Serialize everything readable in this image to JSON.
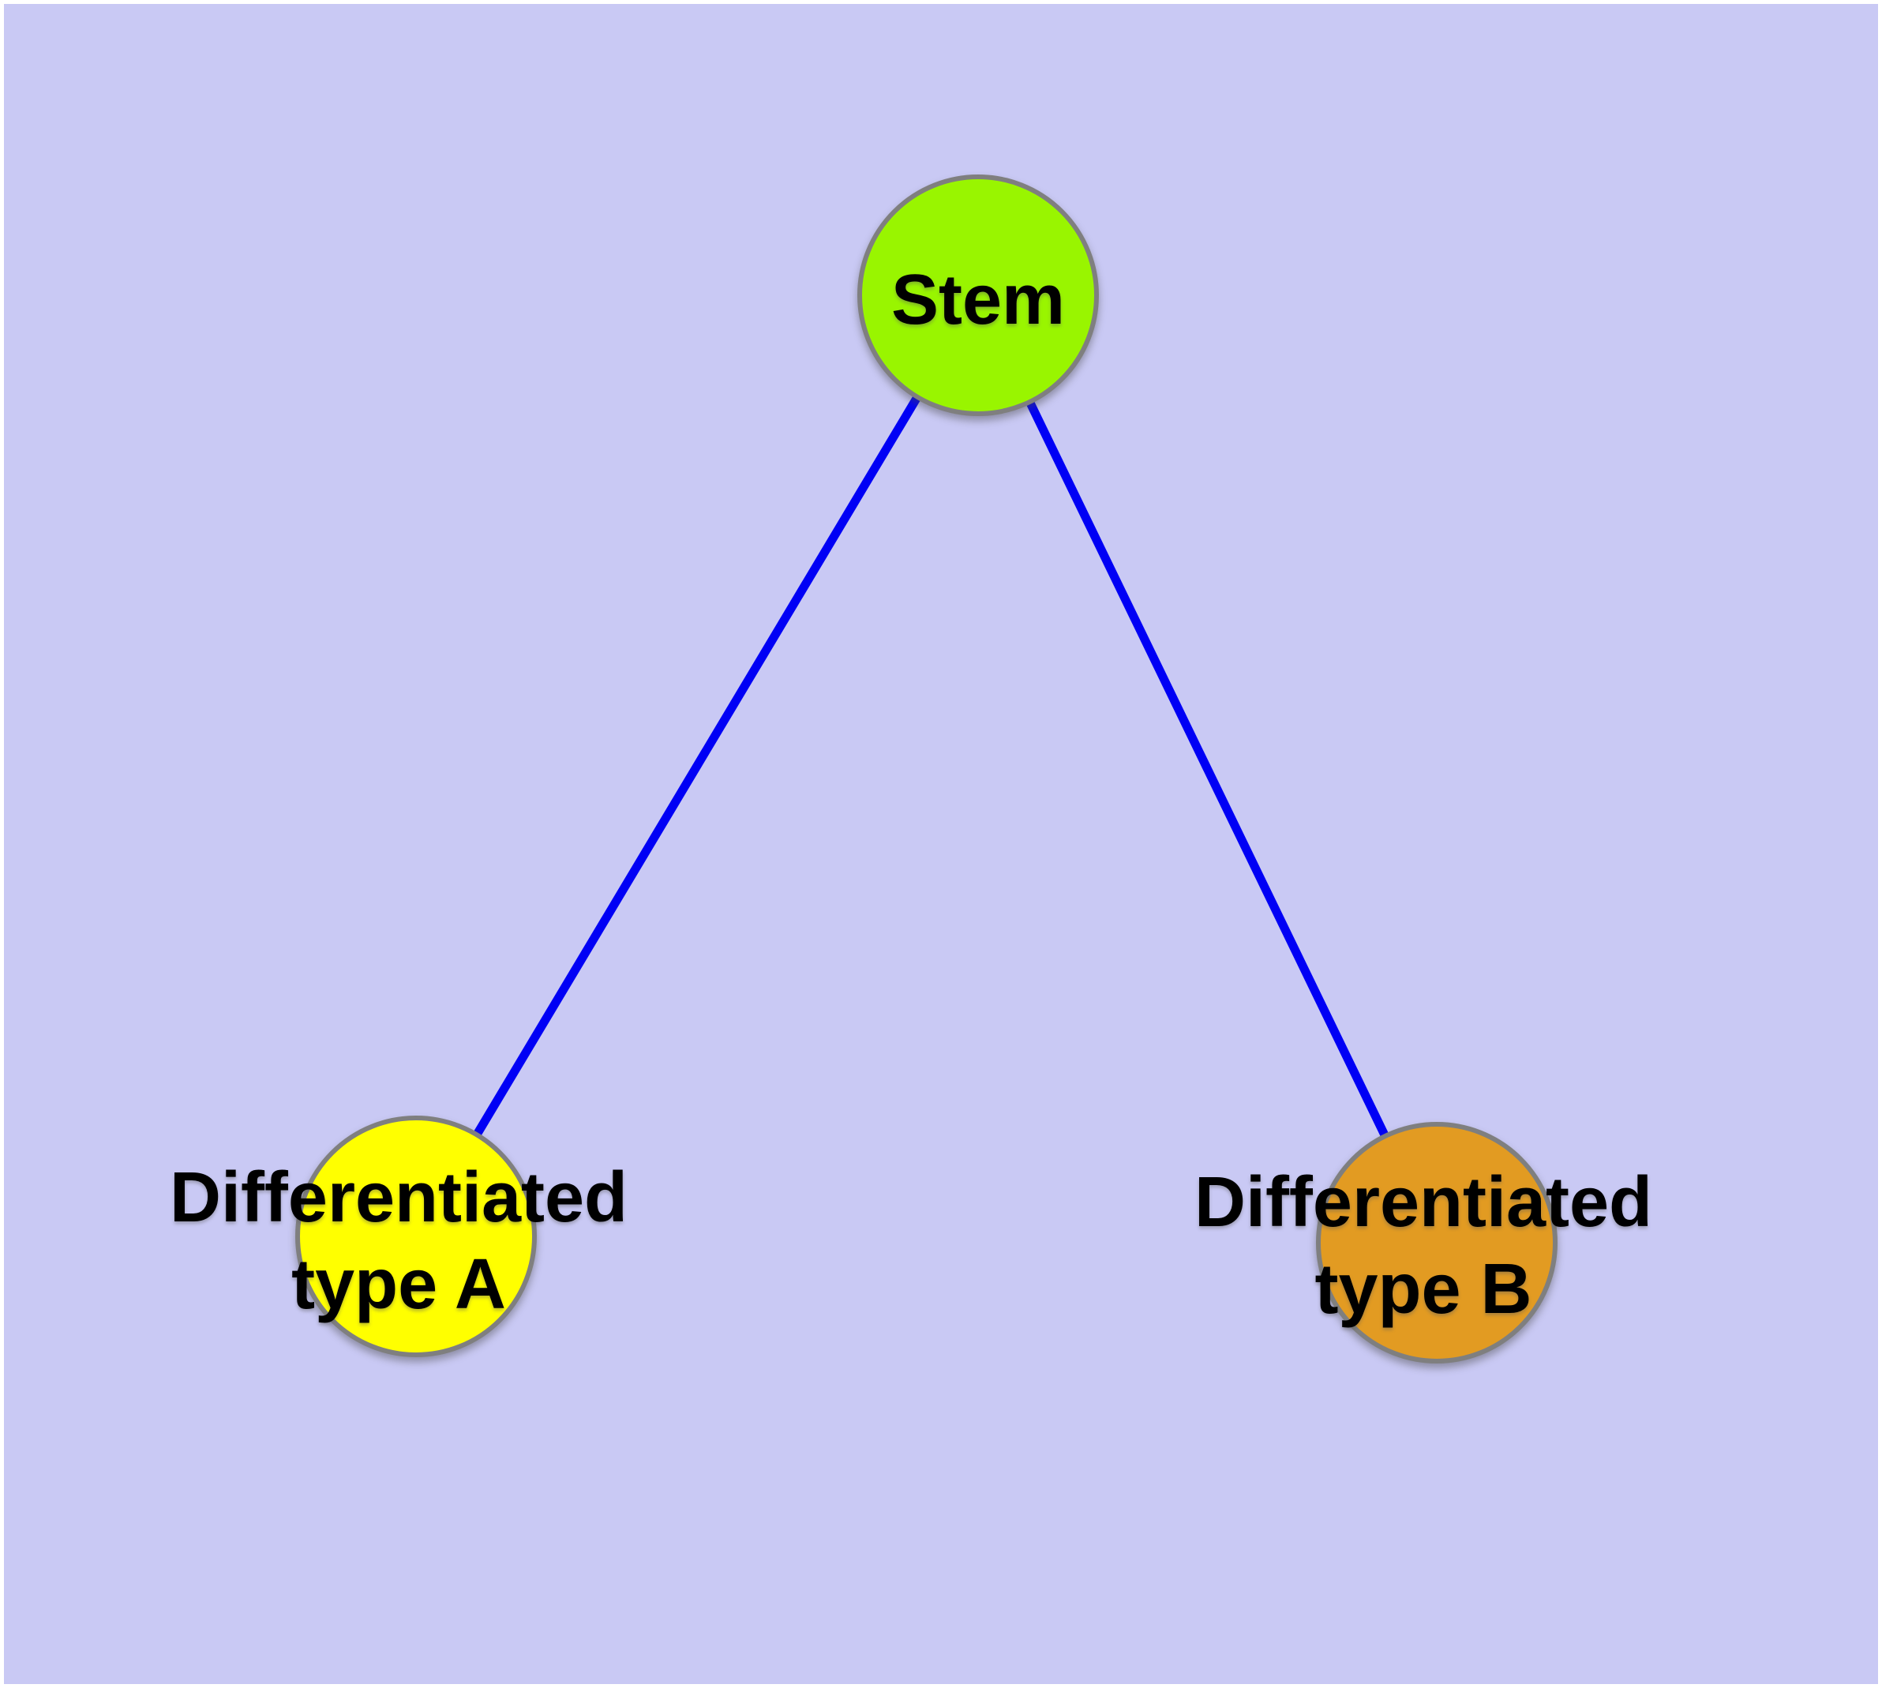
{
  "canvas": {
    "background_color": "#C9C9F4",
    "frame_color": "#FFFFFF"
  },
  "graph": {
    "text_color": "#000000",
    "node_border_color": "#7F7F7F",
    "edge_color": "#0000F5",
    "nodes": [
      {
        "id": "stem",
        "label": "Stem",
        "label_lines": [
          "Stem"
        ],
        "fill_color": "#99F500",
        "border_color": "#7F7F7F"
      },
      {
        "id": "differentiated-type-a",
        "label": "Differentiated type A",
        "label_lines": [
          "Differentiated",
          "type A"
        ],
        "fill_color": "#FFFF00",
        "border_color": "#7F7F7F"
      },
      {
        "id": "differentiated-type-b",
        "label": "Differentiated type B",
        "label_lines": [
          "Differentiated",
          "type B"
        ],
        "fill_color": "#E29B22",
        "border_color": "#7F7F7F"
      }
    ],
    "edges": [
      {
        "from": "stem",
        "to": "differentiated-type-a",
        "color": "#0000F5"
      },
      {
        "from": "stem",
        "to": "differentiated-type-b",
        "color": "#0000F5"
      }
    ]
  }
}
